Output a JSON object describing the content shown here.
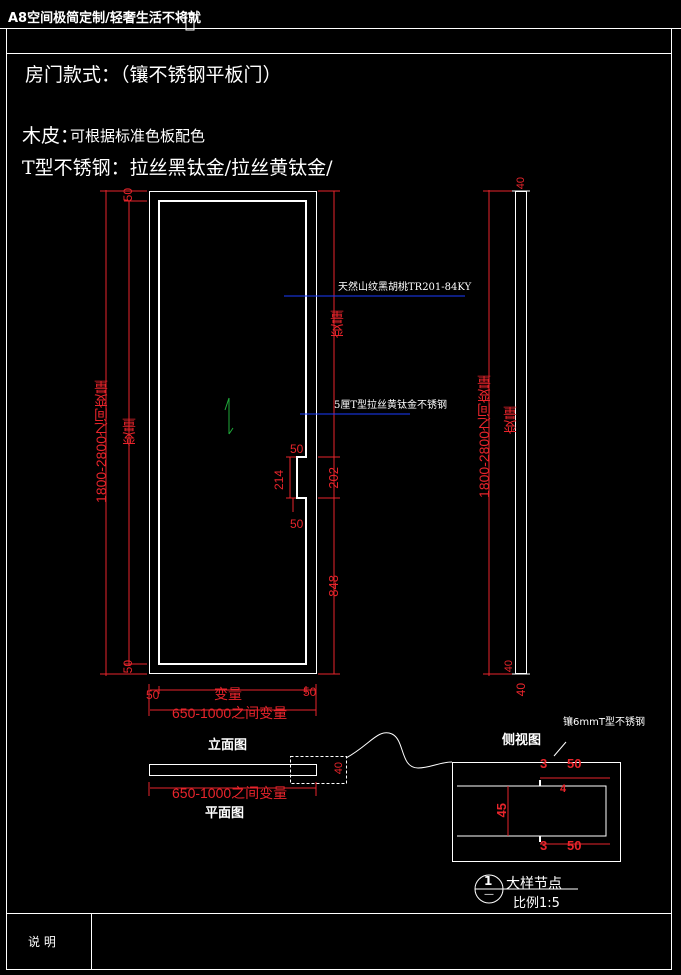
{
  "title": "A8空间极简定制/轻奢生活不将就",
  "header": {
    "door_style": "房门款式：（镶不锈钢平板门）",
    "veneer_label": "木皮：",
    "veneer_text": "可根据标准色板配色",
    "steel_text": "T型不锈钢：拉丝黑钛金/拉丝黄钛金/"
  },
  "annotations": {
    "material_1": "天然山纹黑胡桃TR201-84KY",
    "material_2": "5厘T型拉丝黄钛金不锈钢",
    "side_note": "镶6mmT型不锈钢"
  },
  "dimensions": {
    "height_range": "1800-2800之间变量",
    "variable": "变量",
    "width_range": "650-1000之间变量",
    "d50": "50",
    "d214": "214",
    "d202": "202",
    "d848": "848",
    "d40": "40",
    "d3": "3",
    "d45": "45",
    "d4": "4"
  },
  "view_labels": {
    "elevation": "立面图",
    "plan": "平面图",
    "side": "侧视图",
    "detail": "大样节点",
    "scale": "比例1:5",
    "detail_num": "1",
    "detail_sub": "—"
  },
  "footer": {
    "notes_label": "说  明"
  },
  "colors": {
    "background": "#000000",
    "line": "#ffffff",
    "dimension": "#e8242b",
    "leader": "#1a3cff",
    "marker": "#1faa3a"
  }
}
